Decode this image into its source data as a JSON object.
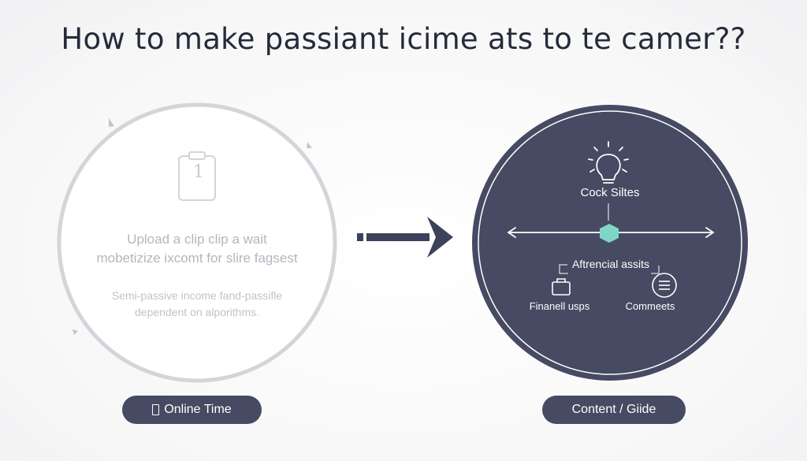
{
  "title": "How to make passiant icime ats to te camer??",
  "left_panel": {
    "badge_number": "1",
    "lines_main": [
      "Upload a clip clip a wait",
      "mobetizize ixcomt for slire fagsest"
    ],
    "lines_sub": [
      "Semi-passive income fand-passifle",
      "dependent on alporithms."
    ],
    "pill_label": "Online Time"
  },
  "right_panel": {
    "top_label": "Cock Siltes",
    "mid_label": "Aftrencial assits",
    "left_item_label": "Finanell usps",
    "right_item_label": "Commeets",
    "pill_label": "Content / Giide"
  },
  "colors": {
    "title": "#262b3a",
    "dark_circle": "#464a62",
    "light_circle_ring": "#d3d5da",
    "arrow": "#3c4259",
    "accent_hexagon": "#7fd6c6",
    "pill": "#464a62"
  },
  "icons": {
    "left_badge": "clipboard-icon",
    "right_top": "lightbulb-icon",
    "arrow": "right-arrow-icon",
    "center_node": "hexagon-icon",
    "left_item": "briefcase-icon",
    "right_item": "menu-lines-icon",
    "pill_left": "phone-icon"
  }
}
